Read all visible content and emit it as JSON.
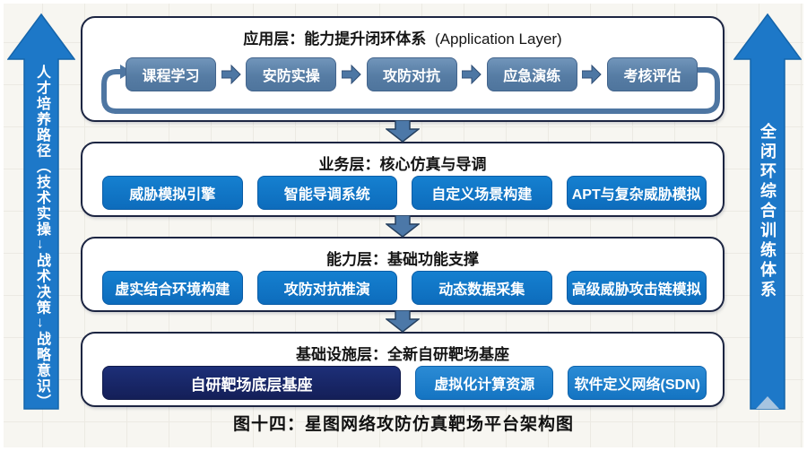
{
  "caption": "图十四：星图网络攻防仿真靶场平台架构图",
  "left_arrow": {
    "text": "人才培养路径（技术实操→战术决策→战略意识）"
  },
  "right_arrow": {
    "text": "全闭环综合训练体系"
  },
  "layers": [
    {
      "title_bold": "应用层：能力提升闭环体系",
      "title_suffix": "(Application Layer)",
      "boxes": [
        "课程学习",
        "安防实操",
        "攻防对抗",
        "应急演练",
        "考核评估"
      ]
    },
    {
      "title_bold": "业务层：核心仿真与导调",
      "boxes": [
        "威胁模拟引擎",
        "智能导调系统",
        "自定义场景构建",
        "APT与复杂威胁模拟"
      ]
    },
    {
      "title_bold": "能力层：基础功能支撑",
      "boxes": [
        "虚实结合环境构建",
        "攻防对抗推演",
        "动态数据采集",
        "高级威胁攻击链模拟"
      ]
    },
    {
      "title_bold": "基础设施层：全新自研靶场基座",
      "boxes": [
        "自研靶场底层基座",
        "虚拟化计算资源",
        "软件定义网络(SDN)"
      ]
    }
  ],
  "colors": {
    "side_arrow_blue": "#1d78c8",
    "steel_blue": "#4d77a4",
    "bright_blue": "#0d6cbc",
    "navy": "#15225f",
    "layer_border": "#1c2542",
    "background": "#f7f6f1"
  }
}
